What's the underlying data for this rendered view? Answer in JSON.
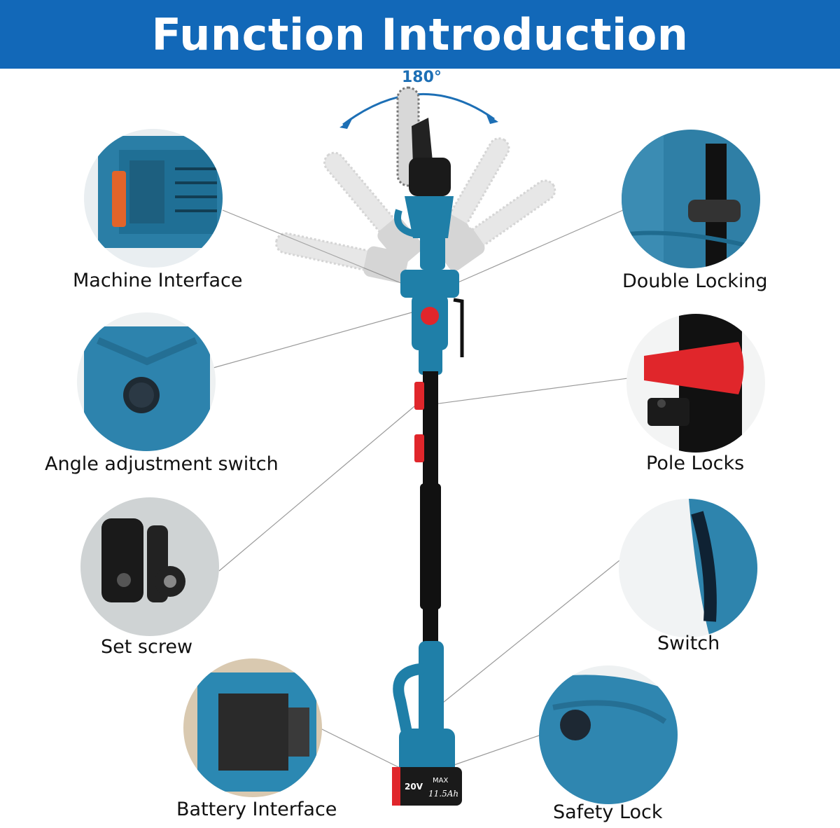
{
  "header": {
    "title": "Function Introduction"
  },
  "rotation": {
    "angle_label": "180°"
  },
  "battery": {
    "voltage": "20V",
    "max": "MAX",
    "capacity": "11.5Ah"
  },
  "features": [
    {
      "id": "machine-interface",
      "label": "Machine Interface"
    },
    {
      "id": "double-locking",
      "label": "Double Locking"
    },
    {
      "id": "angle-adjustment-switch",
      "label": "Angle adjustment switch"
    },
    {
      "id": "pole-locks",
      "label": "Pole Locks"
    },
    {
      "id": "set-screw",
      "label": "Set screw"
    },
    {
      "id": "switch",
      "label": "Switch"
    },
    {
      "id": "battery-interface",
      "label": "Battery Interface"
    },
    {
      "id": "safety-lock",
      "label": "Safety Lock"
    }
  ],
  "colors": {
    "header": "#1268b8",
    "tool_blue": "#1f7fa8",
    "lock_red": "#e0262b",
    "pole": "#111111"
  }
}
